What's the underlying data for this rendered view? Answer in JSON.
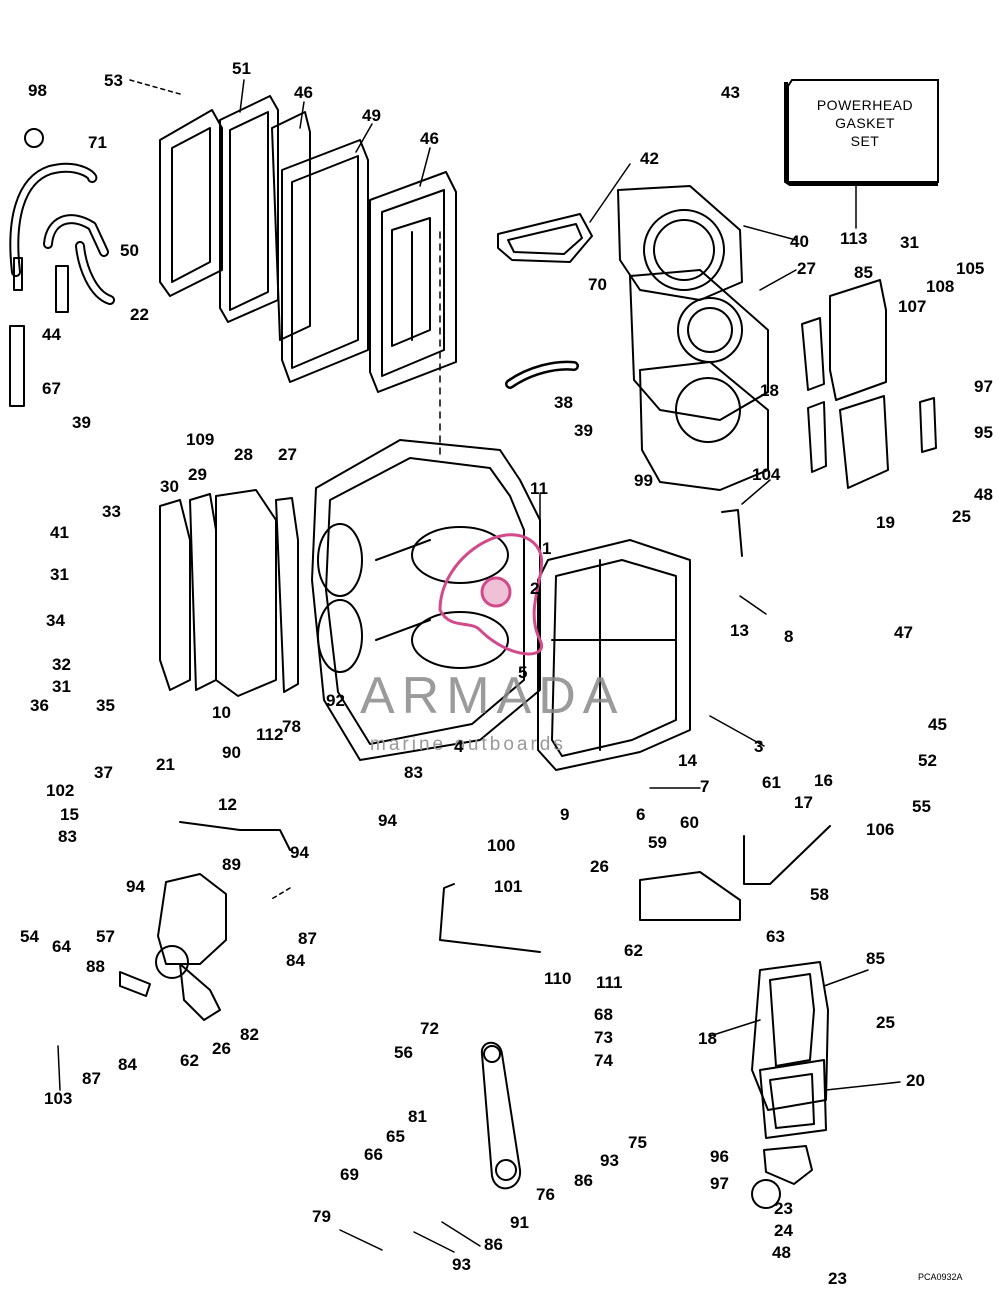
{
  "gasket_set": {
    "lines": [
      "POWERHEAD",
      "GASKET",
      "SET"
    ]
  },
  "watermark": {
    "brand": "ARMADA",
    "tagline": "marine outboards"
  },
  "drawing_code": "PCA0932A",
  "callouts": [
    "98",
    "53",
    "51",
    "46",
    "49",
    "46",
    "71",
    "50",
    "44",
    "22",
    "67",
    "43",
    "113",
    "42",
    "40",
    "27",
    "85",
    "31",
    "105",
    "108",
    "107",
    "70",
    "18",
    "97",
    "95",
    "38",
    "39",
    "48",
    "25",
    "19",
    "39",
    "109",
    "28",
    "27",
    "30",
    "29",
    "11",
    "1",
    "2",
    "99",
    "104",
    "33",
    "41",
    "31",
    "8",
    "34",
    "13",
    "32",
    "31",
    "5",
    "47",
    "10",
    "92",
    "78",
    "36",
    "35",
    "45",
    "37",
    "112",
    "4",
    "83",
    "3",
    "52",
    "90",
    "14",
    "21",
    "102",
    "15",
    "12",
    "94",
    "61",
    "17",
    "16",
    "55",
    "83",
    "94",
    "9",
    "6",
    "7",
    "106",
    "89",
    "60",
    "59",
    "100",
    "94",
    "58",
    "26",
    "54",
    "64",
    "57",
    "87",
    "101",
    "63",
    "84",
    "62",
    "88",
    "110",
    "111",
    "85",
    "68",
    "25",
    "84",
    "82",
    "73",
    "72",
    "56",
    "26",
    "62",
    "18",
    "74",
    "20",
    "103",
    "87",
    "75",
    "81",
    "93",
    "65",
    "86",
    "96",
    "66",
    "97",
    "69",
    "76",
    "91",
    "23",
    "79",
    "86",
    "24",
    "93",
    "48",
    "23"
  ]
}
